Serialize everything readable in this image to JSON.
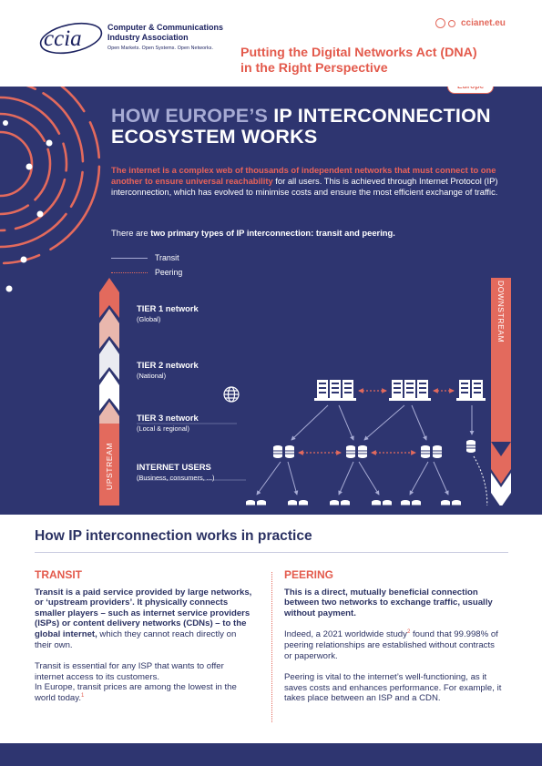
{
  "header": {
    "logo_text": "ccia",
    "org_name_line1": "Computer & Communications",
    "org_name_line2": "Industry Association",
    "tagline": "Open Markets. Open Systems. Open Networks.",
    "website": "ccianet.eu",
    "title_line1": "Putting the Digital Networks Act (DNA)",
    "title_line2": "in the Right Perspective",
    "region": "Europe"
  },
  "hero": {
    "title_muted": "HOW EUROPE’S",
    "title_rest1": "IP INTERCONNECTION",
    "title_line2": "ECOSYSTEM WORKS",
    "intro_highlight": "The internet is a complex web of thousands of independent networks that must connect to one another to ensure universal reachability",
    "intro_rest": " for all users. This is achieved through Internet Protocol (IP) interconnection, which has evolved to minimise costs and ensure the most efficient exchange of traffic.",
    "types_prefix": "There are ",
    "types_bold": "two primary types of IP interconnection: transit and peering."
  },
  "legend": {
    "transit": "Transit",
    "peering": "Peering"
  },
  "diagram": {
    "tiers": [
      {
        "name": "TIER 1 network",
        "sub": "(Global)"
      },
      {
        "name": "TIER 2 network",
        "sub": "(National)"
      },
      {
        "name": "TIER 3 network",
        "sub": "(Local & regional)"
      },
      {
        "name": "INTERNET USERS",
        "sub": "(Business, consumers, ...)"
      }
    ],
    "upstream": "UPSTREAM",
    "downstream": "DOWNSTREAM",
    "colors": {
      "navy": "#2e3570",
      "coral": "#e36a5d",
      "light": "#a7abd4",
      "peach": "#e9b7ad"
    },
    "icons": [
      "globe-icon",
      "server-rack-icon",
      "server-stack-icon",
      "building-icon",
      "house-icon",
      "cloud-icon"
    ]
  },
  "practice": {
    "title": "How IP interconnection works in practice",
    "transit": {
      "heading": "TRANSIT",
      "p1_bold": "Transit is a paid service provided by large networks, or ‘upstream providers’. It physically connects smaller players – such as internet service providers (ISPs) or content delivery networks (CDNs) – to the global internet,",
      "p1_rest": " which they cannot reach directly on their own.",
      "p2": "Transit is essential for any ISP that wants to offer internet access to its customers.",
      "p3": "In Europe, transit prices are among the lowest in the world today.",
      "p3_ref": "1"
    },
    "peering": {
      "heading": "PEERING",
      "p1_bold": "This is a direct, mutually beneficial connection between two networks to exchange traffic, usually without payment.",
      "p2_a": "Indeed, a 2021 worldwide study",
      "p2_ref": "2",
      "p2_b": " found that 99.998% of peering relationships are established without contracts or paperwork.",
      "p3": "Peering is vital to the internet’s well-functioning, as it saves costs and enhances performance. For example, it takes place between an ISP and a CDN."
    }
  }
}
